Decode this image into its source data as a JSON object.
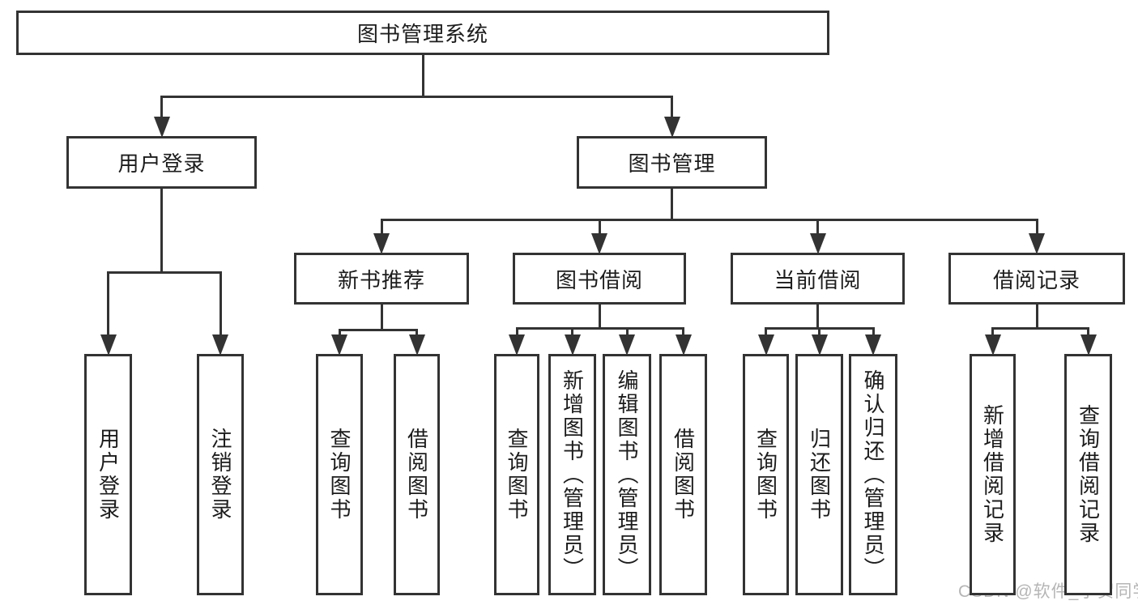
{
  "diagram": {
    "title": "图书管理系统",
    "nodes": [
      {
        "id": "root",
        "label": "图书管理系统",
        "parent": null,
        "orientation": "horizontal"
      },
      {
        "id": "user-login",
        "label": "用户登录",
        "parent": "root",
        "orientation": "horizontal"
      },
      {
        "id": "book-mgmt",
        "label": "图书管理",
        "parent": "root",
        "orientation": "horizontal"
      },
      {
        "id": "new-books",
        "label": "新书推荐",
        "parent": "book-mgmt",
        "orientation": "horizontal"
      },
      {
        "id": "book-borrow",
        "label": "图书借阅",
        "parent": "book-mgmt",
        "orientation": "horizontal"
      },
      {
        "id": "current-borrow",
        "label": "当前借阅",
        "parent": "book-mgmt",
        "orientation": "horizontal"
      },
      {
        "id": "borrow-records",
        "label": "借阅记录",
        "parent": "book-mgmt",
        "orientation": "horizontal"
      },
      {
        "id": "leaf-user-login",
        "label": "用户登录",
        "parent": "user-login",
        "orientation": "vertical"
      },
      {
        "id": "leaf-logout",
        "label": "注销登录",
        "parent": "user-login",
        "orientation": "vertical"
      },
      {
        "id": "leaf-nb-query",
        "label": "查询图书",
        "parent": "new-books",
        "orientation": "vertical"
      },
      {
        "id": "leaf-nb-borrow",
        "label": "借阅图书",
        "parent": "new-books",
        "orientation": "vertical"
      },
      {
        "id": "leaf-bb-query",
        "label": "查询图书",
        "parent": "book-borrow",
        "orientation": "vertical"
      },
      {
        "id": "leaf-bb-add",
        "label": "新增图书（管理员）",
        "parent": "book-borrow",
        "orientation": "vertical"
      },
      {
        "id": "leaf-bb-edit",
        "label": "编辑图书（管理员）",
        "parent": "book-borrow",
        "orientation": "vertical"
      },
      {
        "id": "leaf-bb-borrow",
        "label": "借阅图书",
        "parent": "book-borrow",
        "orientation": "vertical"
      },
      {
        "id": "leaf-cb-query",
        "label": "查询图书",
        "parent": "current-borrow",
        "orientation": "vertical"
      },
      {
        "id": "leaf-cb-return",
        "label": "归还图书",
        "parent": "current-borrow",
        "orientation": "vertical"
      },
      {
        "id": "leaf-cb-confirm",
        "label": "确认归还（管理员）",
        "parent": "current-borrow",
        "orientation": "vertical"
      },
      {
        "id": "leaf-br-add",
        "label": "新增借阅记录",
        "parent": "borrow-records",
        "orientation": "vertical"
      },
      {
        "id": "leaf-br-query",
        "label": "查询借阅记录",
        "parent": "borrow-records",
        "orientation": "vertical"
      }
    ]
  },
  "watermark": {
    "text": "CSDN @软件_小贺同学"
  },
  "colors": {
    "line": "#333333",
    "text": "#1c1c1c",
    "background": "#ffffff",
    "watermark": "#b5b5b5"
  }
}
